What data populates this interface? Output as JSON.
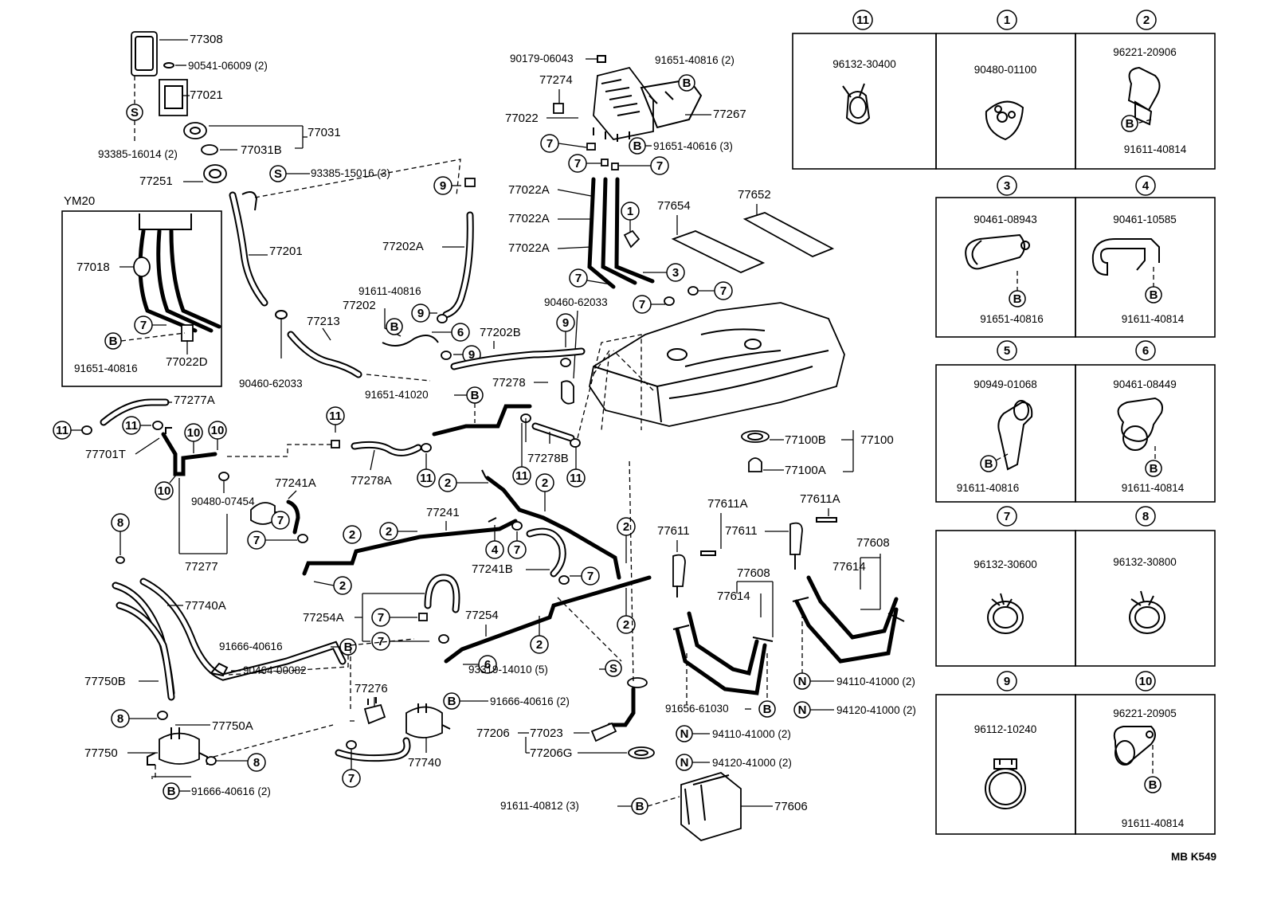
{
  "diagram_code": "MB  K549",
  "inset_title": "YM20",
  "labels": {
    "p77308": "77308",
    "p90541": "90541-06009 (2)",
    "p77021": "77021",
    "p77031": "77031",
    "p77031B": "77031B",
    "p93385_16014": "93385-16014 (2)",
    "p77251": "77251",
    "p93385_15016": "93385-15016 (3)",
    "p77201": "77201",
    "p90460_62033a": "90460-62033",
    "p77213": "77213",
    "p91611_40816": "91611-40816",
    "p77202": "77202",
    "p77202A": "77202A",
    "p77202B": "77202B",
    "p90179": "90179-06043",
    "p77274": "77274",
    "p77022": "77022",
    "p91651_40816_2": "91651-40816 (2)",
    "p77267": "77267",
    "p91651_40616_3": "91651-40616 (3)",
    "p77022A_1": "77022A",
    "p77022A_2": "77022A",
    "p77022A_3": "77022A",
    "p77654": "77654",
    "p77652": "77652",
    "p90460_62033b": "90460-62033",
    "p91651_41020": "91651-41020",
    "p77278": "77278",
    "p77278B": "77278B",
    "p77278A": "77278A",
    "p77277A": "77277A",
    "p77701T": "77701T",
    "p90480_07454": "90480-07454",
    "p77277": "77277",
    "p77241A": "77241A",
    "p77241": "77241",
    "p77241B": "77241B",
    "p77100B": "77100B",
    "p77100": "77100",
    "p77100A": "77100A",
    "p77611A_1": "77611A",
    "p77611A_2": "77611A",
    "p77611_1": "77611",
    "p77611_2": "77611",
    "p77608_1": "77608",
    "p77608_2": "77608",
    "p77614_1": "77614",
    "p77614_2": "77614",
    "p77740A": "77740A",
    "p91666_40616": "91666-40616",
    "p90464_00082": "90464-00082",
    "p77750B": "77750B",
    "p77750A": "77750A",
    "p77750": "77750",
    "p91666_40616_2a": "91666-40616 (2)",
    "p77254A": "77254A",
    "p77254": "77254",
    "p77276": "77276",
    "p77740": "77740",
    "p91666_40616_2b": "91666-40616 (2)",
    "p93319_14010": "93319-14010 (5)",
    "p77206": "77206",
    "p77023": "77023",
    "p77206G": "77206G",
    "p91656_61030": "91656-61030",
    "p94110_41000_2a": "94110-41000 (2)",
    "p94120_41000_2a": "94120-41000 (2)",
    "p94110_41000_2b": "94110-41000 (2)",
    "p94120_41000_2b": "94120-41000 (2)",
    "p91611_40812": "91611-40812 (3)",
    "p77606": "77606",
    "p77018": "77018",
    "p91651_40816_inset": "91651-40816",
    "p77022D": "77022D"
  },
  "symbols": {
    "S": "S",
    "B": "B",
    "N": "N"
  },
  "callouts": {
    "c1": "1",
    "c2": "2",
    "c3": "3",
    "c4": "4",
    "c5": "5",
    "c6": "6",
    "c7": "7",
    "c8": "8",
    "c9": "9",
    "c10": "10",
    "c11": "11"
  },
  "legend": [
    {
      "num": "11",
      "top": "96132-30400",
      "bottom": ""
    },
    {
      "num": "1",
      "top": "90480-01100",
      "bottom": ""
    },
    {
      "num": "2",
      "top": "96221-20906",
      "bottom": "91611-40814"
    },
    {
      "num": "3",
      "top": "90461-08943",
      "bottom": "91651-40816"
    },
    {
      "num": "4",
      "top": "90461-10585",
      "bottom": "91611-40814"
    },
    {
      "num": "5",
      "top": "90949-01068",
      "bottom": "91611-40816"
    },
    {
      "num": "6",
      "top": "90461-08449",
      "bottom": "91611-40814"
    },
    {
      "num": "7",
      "top": "96132-30600",
      "bottom": ""
    },
    {
      "num": "8",
      "top": "96132-30800",
      "bottom": ""
    },
    {
      "num": "9",
      "top": "96112-10240",
      "bottom": ""
    },
    {
      "num": "10",
      "top": "96221-20905",
      "bottom": "91611-40814"
    }
  ]
}
